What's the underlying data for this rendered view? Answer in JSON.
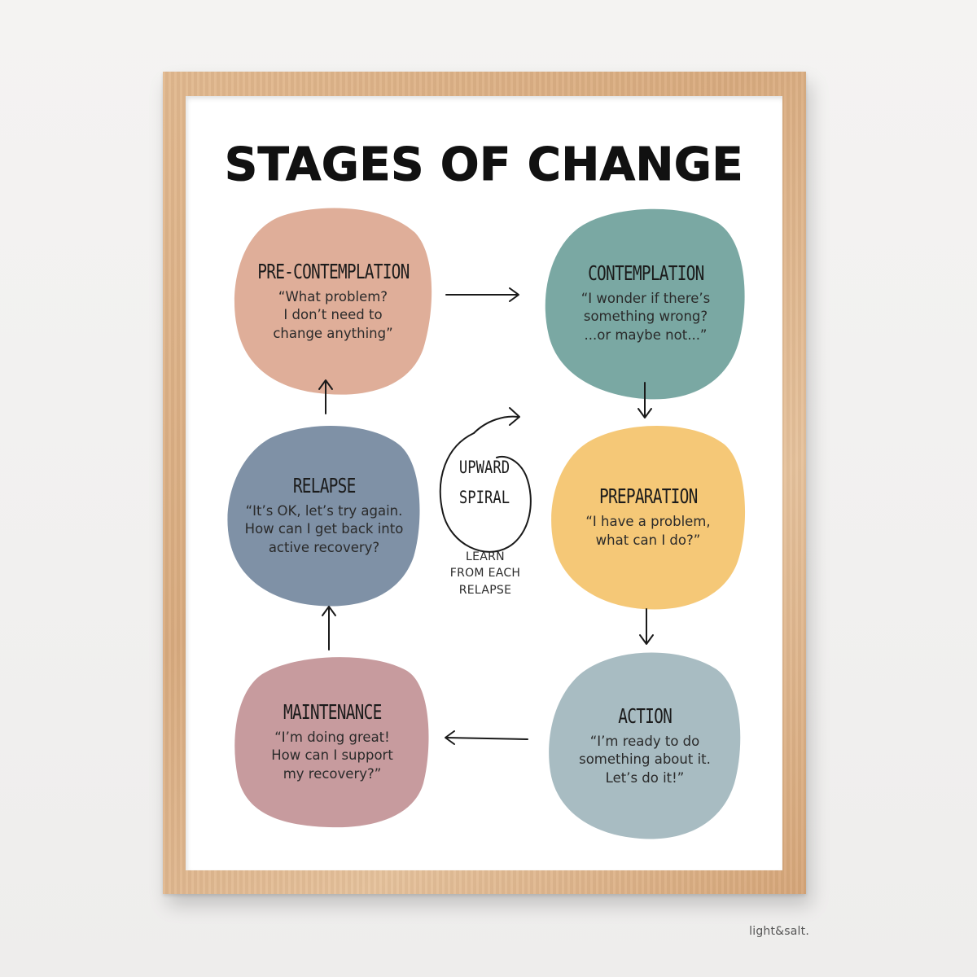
{
  "title": "STAGES OF CHANGE",
  "stages": [
    {
      "name": "PRE-CONTEMPLATION",
      "quote": "“What problem?\nI don’t need to\nchange anything”",
      "color": "#dfae99"
    },
    {
      "name": "CONTEMPLATION",
      "quote": "“I wonder if there’s\nsomething wrong?\n...or maybe not...”",
      "color": "#7aa8a3"
    },
    {
      "name": "PREPARATION",
      "quote": "“I have a problem,\nwhat can I do?”",
      "color": "#f5c877"
    },
    {
      "name": "ACTION",
      "quote": "“I’m ready to do\nsomething about it.\nLet’s do it!”",
      "color": "#a8bcc2"
    },
    {
      "name": "MAINTENANCE",
      "quote": "“I’m doing great!\nHow can I support\nmy recovery?”",
      "color": "#c79b9e"
    },
    {
      "name": "RELAPSE",
      "quote": "“It’s OK, let’s try again.\nHow can I get back into\nactive recovery?",
      "color": "#7f91a6"
    }
  ],
  "center": {
    "label": "UPWARD\nSPIRAL",
    "note": "LEARN\nFROM EACH\nRELAPSE"
  },
  "brand": "light&salt."
}
